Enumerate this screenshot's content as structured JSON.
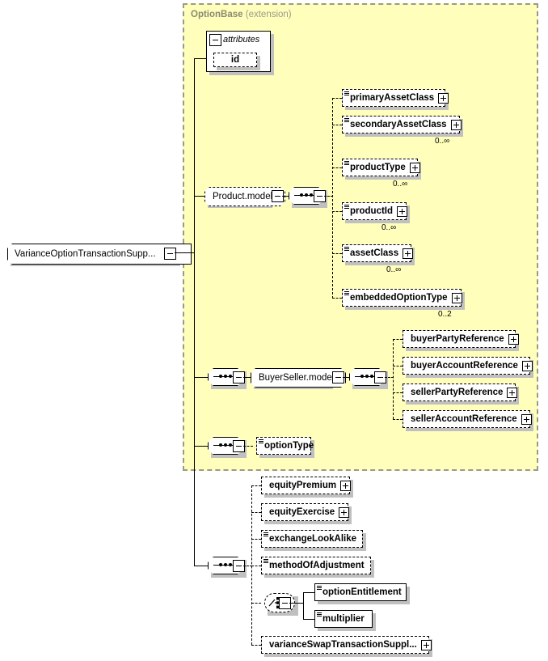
{
  "diagram": {
    "type": "xsd-schema-diagram",
    "root": {
      "label": "VarianceOptionTransactionSupp...",
      "expander": "minus"
    },
    "extension_group": {
      "name": "OptionBase",
      "kind": "(extension)"
    },
    "attributes_group": {
      "label": "attributes",
      "expander": "minus",
      "items": [
        {
          "label": "id"
        }
      ]
    },
    "product_model": {
      "label": "Product.model",
      "expander": "minus"
    },
    "buyer_seller_model": {
      "label": "BuyerSeller.model",
      "expander": "minus"
    },
    "product_children": [
      {
        "label": "primaryAssetClass",
        "expander": "plus",
        "cardinality": ""
      },
      {
        "label": "secondaryAssetClass",
        "expander": "plus",
        "cardinality": "0..∞"
      },
      {
        "label": "productType",
        "expander": "plus",
        "cardinality": "0..∞"
      },
      {
        "label": "productId",
        "expander": "plus",
        "cardinality": "0..∞"
      },
      {
        "label": "assetClass",
        "expander": "plus",
        "cardinality": "0..∞"
      },
      {
        "label": "embeddedOptionType",
        "expander": "plus",
        "cardinality": "0..2"
      }
    ],
    "buyer_seller_children": [
      {
        "label": "buyerPartyReference",
        "expander": "plus"
      },
      {
        "label": "buyerAccountReference",
        "expander": "plus"
      },
      {
        "label": "sellerPartyReference",
        "expander": "plus"
      },
      {
        "label": "sellerAccountReference",
        "expander": "plus"
      }
    ],
    "option_type": {
      "label": "optionType",
      "expander": ""
    },
    "bottom_children": [
      {
        "label": "equityPremium",
        "expander": "plus"
      },
      {
        "label": "equityExercise",
        "expander": "plus"
      },
      {
        "label": "exchangeLookAlike",
        "expander": ""
      },
      {
        "label": "methodOfAdjustment",
        "expander": ""
      }
    ],
    "choice_children": [
      {
        "label": "optionEntitlement",
        "expander": ""
      },
      {
        "label": "multiplier",
        "expander": ""
      }
    ],
    "variance_swap": {
      "label": "varianceSwapTransactionSuppl...",
      "expander": "plus"
    },
    "colors": {
      "extension_fill": "#ffffbb",
      "extension_border": "#9a9a8a",
      "extension_label": "#8a8a72",
      "box_fill": "#ffffff",
      "line": "#000000",
      "shadow": "#c0c0c0"
    }
  }
}
